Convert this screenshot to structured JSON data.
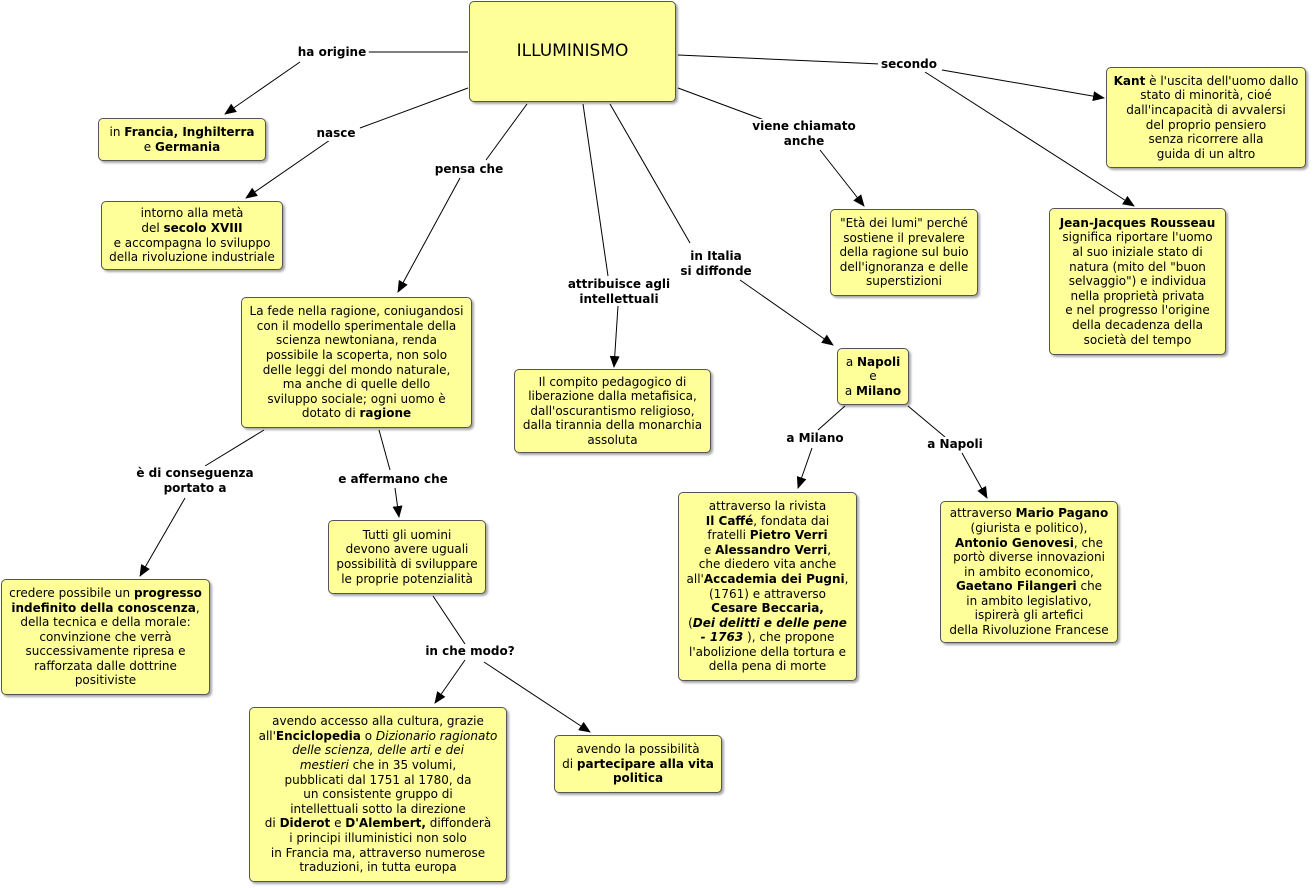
{
  "title": "ILLUMINISMO",
  "nodes": {
    "paesi": [
      [
        {
          "t": "in "
        },
        {
          "t": "Francia, Inghilterra",
          "b": true
        }
      ],
      [
        {
          "t": "e "
        },
        {
          "t": "Germania",
          "b": true
        }
      ]
    ],
    "meta_secolo": [
      [
        {
          "t": "intorno alla metà"
        }
      ],
      [
        {
          "t": "del "
        },
        {
          "t": "secolo XVIII",
          "b": true
        }
      ],
      [
        {
          "t": "e accompagna lo sviluppo"
        }
      ],
      [
        {
          "t": "della rivoluzione industriale"
        }
      ]
    ],
    "fede_ragione": [
      [
        {
          "t": "La fede nella ragione, coniugandosi"
        }
      ],
      [
        {
          "t": "con il modello sperimentale della"
        }
      ],
      [
        {
          "t": "scienza newtoniana, renda"
        }
      ],
      [
        {
          "t": "possibile la scoperta, non solo"
        }
      ],
      [
        {
          "t": "delle leggi del mondo naturale,"
        }
      ],
      [
        {
          "t": "ma anche di quelle dello"
        }
      ],
      [
        {
          "t": "sviluppo sociale; ogni uomo è"
        }
      ],
      [
        {
          "t": "dotato di "
        },
        {
          "t": "ragione",
          "b": true
        }
      ]
    ],
    "compito": [
      [
        {
          "t": "Il compito pedagogico di"
        }
      ],
      [
        {
          "t": "liberazione dalla metafisica,"
        }
      ],
      [
        {
          "t": "dall'oscurantismo religioso,"
        }
      ],
      [
        {
          "t": "dalla tirannia della monarchia"
        }
      ],
      [
        {
          "t": "assoluta"
        }
      ]
    ],
    "eta_lumi": [
      [
        {
          "t": "\"Età dei lumi\" perché"
        }
      ],
      [
        {
          "t": "sostiene il prevalere"
        }
      ],
      [
        {
          "t": "della ragione sul buio"
        }
      ],
      [
        {
          "t": "dell'ignoranza e delle"
        }
      ],
      [
        {
          "t": "superstizioni"
        }
      ]
    ],
    "kant": [
      [
        {
          "t": "Kant",
          "b": true
        },
        {
          "t": " è l'uscita dell'uomo dallo"
        }
      ],
      [
        {
          "t": "stato di minorità, cioé"
        }
      ],
      [
        {
          "t": "dall'incapacità di avvalersi"
        }
      ],
      [
        {
          "t": "del proprio pensiero"
        }
      ],
      [
        {
          "t": "senza ricorrere alla"
        }
      ],
      [
        {
          "t": "guida di un altro"
        }
      ]
    ],
    "rousseau": [
      [
        {
          "t": "Jean-Jacques Rousseau",
          "b": true
        }
      ],
      [
        {
          "t": "significa riportare l'uomo"
        }
      ],
      [
        {
          "t": "al suo iniziale stato di"
        }
      ],
      [
        {
          "t": "natura (mito del \"buon"
        }
      ],
      [
        {
          "t": "selvaggio\") e individua"
        }
      ],
      [
        {
          "t": "nella proprietà privata"
        }
      ],
      [
        {
          "t": "e nel progresso l'origine"
        }
      ],
      [
        {
          "t": "della decadenza della"
        }
      ],
      [
        {
          "t": "società del tempo"
        }
      ]
    ],
    "napoli_milano": [
      [
        {
          "t": "a "
        },
        {
          "t": "Napoli",
          "b": true
        }
      ],
      [
        {
          "t": "e"
        }
      ],
      [
        {
          "t": "a "
        },
        {
          "t": "Milano",
          "b": true
        }
      ]
    ],
    "progresso": [
      [
        {
          "t": "credere possibile un "
        },
        {
          "t": "progresso",
          "b": true
        }
      ],
      [
        {
          "t": "indefinito della conoscenza",
          "b": true
        },
        {
          "t": ","
        }
      ],
      [
        {
          "t": "della tecnica e della morale:"
        }
      ],
      [
        {
          "t": "convinzione che verrà"
        }
      ],
      [
        {
          "t": "successivamente ripresa e"
        }
      ],
      [
        {
          "t": "rafforzata dalle dottrine"
        }
      ],
      [
        {
          "t": "positiviste"
        }
      ]
    ],
    "uomini_uguali": [
      [
        {
          "t": "Tutti gli uomini"
        }
      ],
      [
        {
          "t": "devono avere uguali"
        }
      ],
      [
        {
          "t": "possibilità di sviluppare"
        }
      ],
      [
        {
          "t": "le proprie potenzialità"
        }
      ]
    ],
    "caffe": [
      [
        {
          "t": "attraverso la rivista"
        }
      ],
      [
        {
          "t": "Il Caffé",
          "b": true
        },
        {
          "t": ", fondata dai"
        }
      ],
      [
        {
          "t": "fratelli "
        },
        {
          "t": "Pietro Verri",
          "b": true
        }
      ],
      [
        {
          "t": "e "
        },
        {
          "t": "Alessandro Verri",
          "b": true
        },
        {
          "t": ","
        }
      ],
      [
        {
          "t": "che diedero vita anche"
        }
      ],
      [
        {
          "t": "all'"
        },
        {
          "t": "Accademia dei Pugni",
          "b": true
        },
        {
          "t": ","
        }
      ],
      [
        {
          "t": "(1761) e attraverso"
        }
      ],
      [
        {
          "t": "Cesare Beccaria,",
          "b": true
        }
      ],
      [
        {
          "t": "("
        },
        {
          "t": "Dei delitti e delle pene",
          "b": true,
          "i": true
        }
      ],
      [
        {
          "t": "- 1763",
          "b": true,
          "i": true
        },
        {
          "t": " ), che propone"
        }
      ],
      [
        {
          "t": "l'abolizione della tortura e"
        }
      ],
      [
        {
          "t": "della pena di morte"
        }
      ]
    ],
    "pagano": [
      [
        {
          "t": "attraverso "
        },
        {
          "t": "Mario Pagano",
          "b": true
        }
      ],
      [
        {
          "t": "(giurista e politico),"
        }
      ],
      [
        {
          "t": "Antonio Genovesi",
          "b": true
        },
        {
          "t": ", che"
        }
      ],
      [
        {
          "t": "portò diverse innovazioni"
        }
      ],
      [
        {
          "t": "in ambito economico,"
        }
      ],
      [
        {
          "t": "Gaetano Filangeri",
          "b": true
        },
        {
          "t": " che"
        }
      ],
      [
        {
          "t": "in ambito legislativo,"
        }
      ],
      [
        {
          "t": "ispirerà gli artefici"
        }
      ],
      [
        {
          "t": "della Rivoluzione Francese"
        }
      ]
    ],
    "enciclopedia": [
      [
        {
          "t": "avendo accesso alla cultura, grazie"
        }
      ],
      [
        {
          "t": "all'"
        },
        {
          "t": "Enciclopedia",
          "b": true
        },
        {
          "t": " o "
        },
        {
          "t": "Dizionario ragionato",
          "i": true
        }
      ],
      [
        {
          "t": "delle scienza, delle arti e dei",
          "i": true
        }
      ],
      [
        {
          "t": "mestieri",
          "i": true
        },
        {
          "t": "  che in 35 volumi,"
        }
      ],
      [
        {
          "t": "pubblicati dal 1751 al 1780, da"
        }
      ],
      [
        {
          "t": "un consistente gruppo di"
        }
      ],
      [
        {
          "t": "intellettuali sotto la direzione"
        }
      ],
      [
        {
          "t": "di "
        },
        {
          "t": "Diderot",
          "b": true
        },
        {
          "t": " e "
        },
        {
          "t": "D'Alembert,",
          "b": true
        },
        {
          "t": " diffonderà"
        }
      ],
      [
        {
          "t": "i principi illuministici non solo"
        }
      ],
      [
        {
          "t": "in Francia ma, attraverso numerose"
        }
      ],
      [
        {
          "t": "traduzioni, in tutta europa"
        }
      ]
    ],
    "vita_politica": [
      [
        {
          "t": "avendo la possibilità"
        }
      ],
      [
        {
          "t": "di "
        },
        {
          "t": "partecipare alla vita",
          "b": true
        }
      ],
      [
        {
          "t": "politica",
          "b": true
        }
      ]
    ]
  },
  "links": {
    "ha_origine": [
      "ha origine"
    ],
    "nasce": [
      "nasce"
    ],
    "pensa_che": [
      "pensa che"
    ],
    "attribuisce": [
      "attribuisce agli",
      "intellettuali"
    ],
    "in_italia": [
      "in Italia",
      "si diffonde"
    ],
    "viene_chiamato": [
      "viene chiamato",
      "anche"
    ],
    "secondo": [
      "secondo"
    ],
    "conseguenza": [
      "è di conseguenza",
      "portato a"
    ],
    "affermano": [
      "e affermano che"
    ],
    "a_milano": [
      "a Milano"
    ],
    "a_napoli": [
      "a Napoli"
    ],
    "in_che_modo": [
      "in che modo?"
    ]
  }
}
